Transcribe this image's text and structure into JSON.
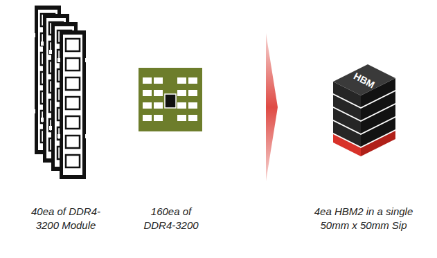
{
  "diagram": {
    "nodes": [
      {
        "text": [
          "HBM"
        ]
      }
    ],
    "labels": [
      "40ea of DDR4-3200 Module",
      "160ea of DDR4-3200",
      "4ea HBM2 in a single 50mm x 50mm Sip"
    ]
  }
}
